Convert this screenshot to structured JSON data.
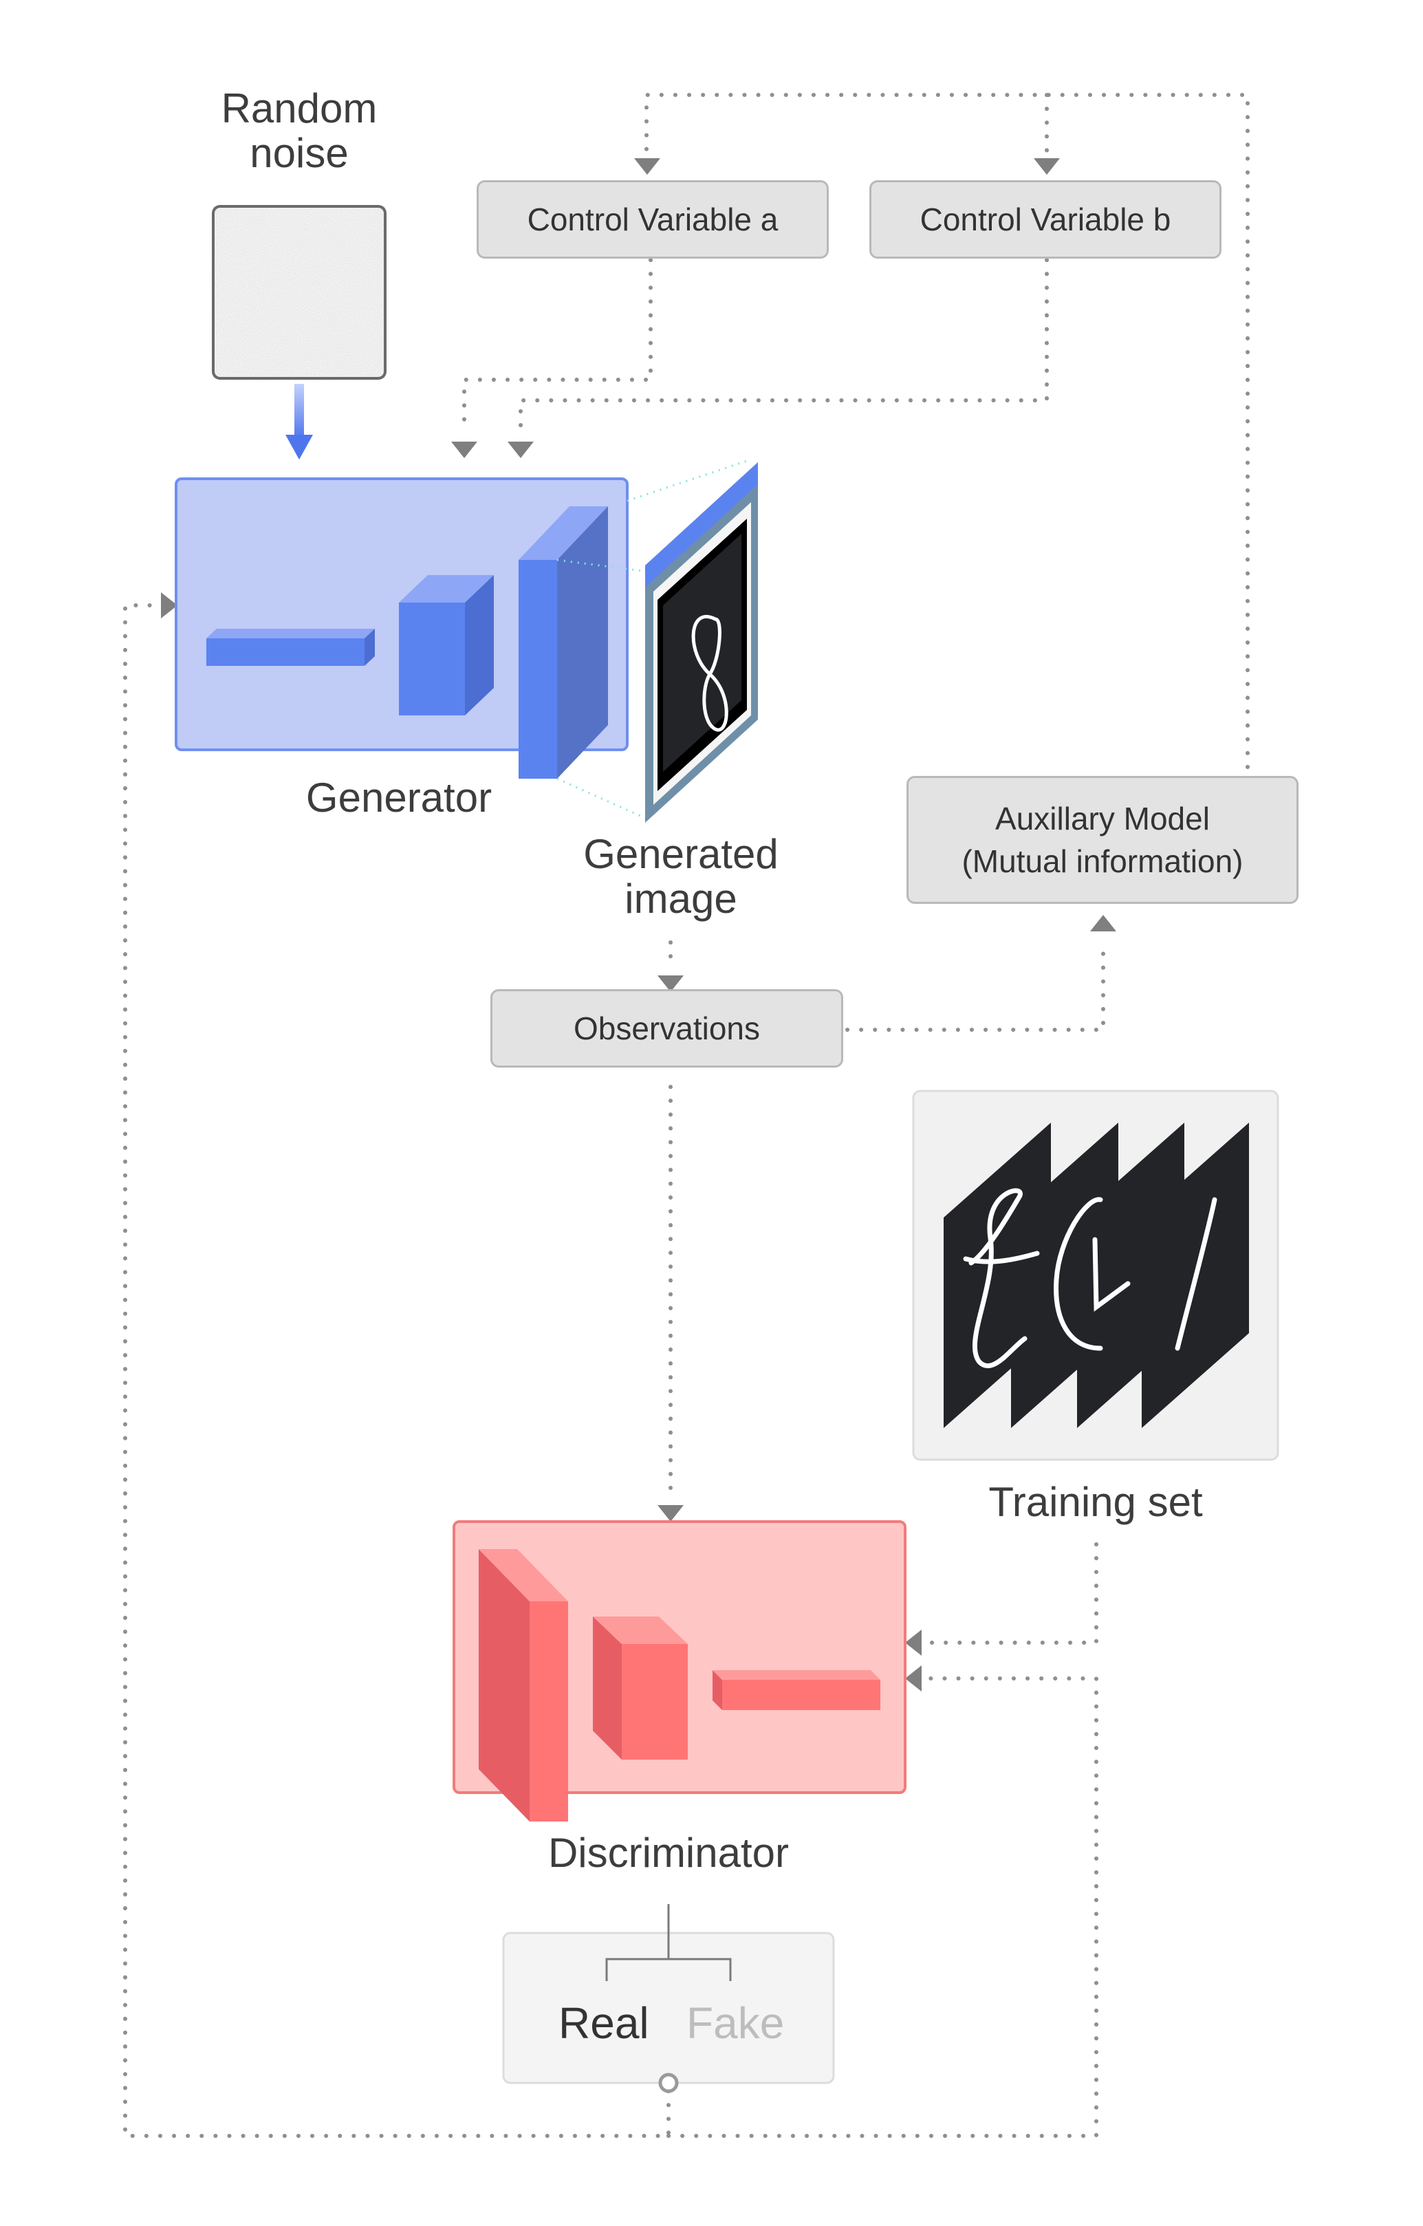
{
  "labels": {
    "random_noise": "Random\nnoise",
    "generator": "Generator",
    "generated_image": "Generated\nimage",
    "training_set": "Training set",
    "discriminator": "Discriminator"
  },
  "boxes": {
    "control_a": "Control Variable a",
    "control_b": "Control Variable b",
    "auxiliary": "Auxillary Model\n(Mutual information)",
    "observations": "Observations"
  },
  "output": {
    "real": "Real",
    "fake": "Fake"
  },
  "colors": {
    "generator_fill": "#c0cbf6",
    "generator_block": "#5b83f0",
    "discriminator_fill": "#ffc6c6",
    "discriminator_block": "#ff7575",
    "connector": "#8a8a8a"
  }
}
